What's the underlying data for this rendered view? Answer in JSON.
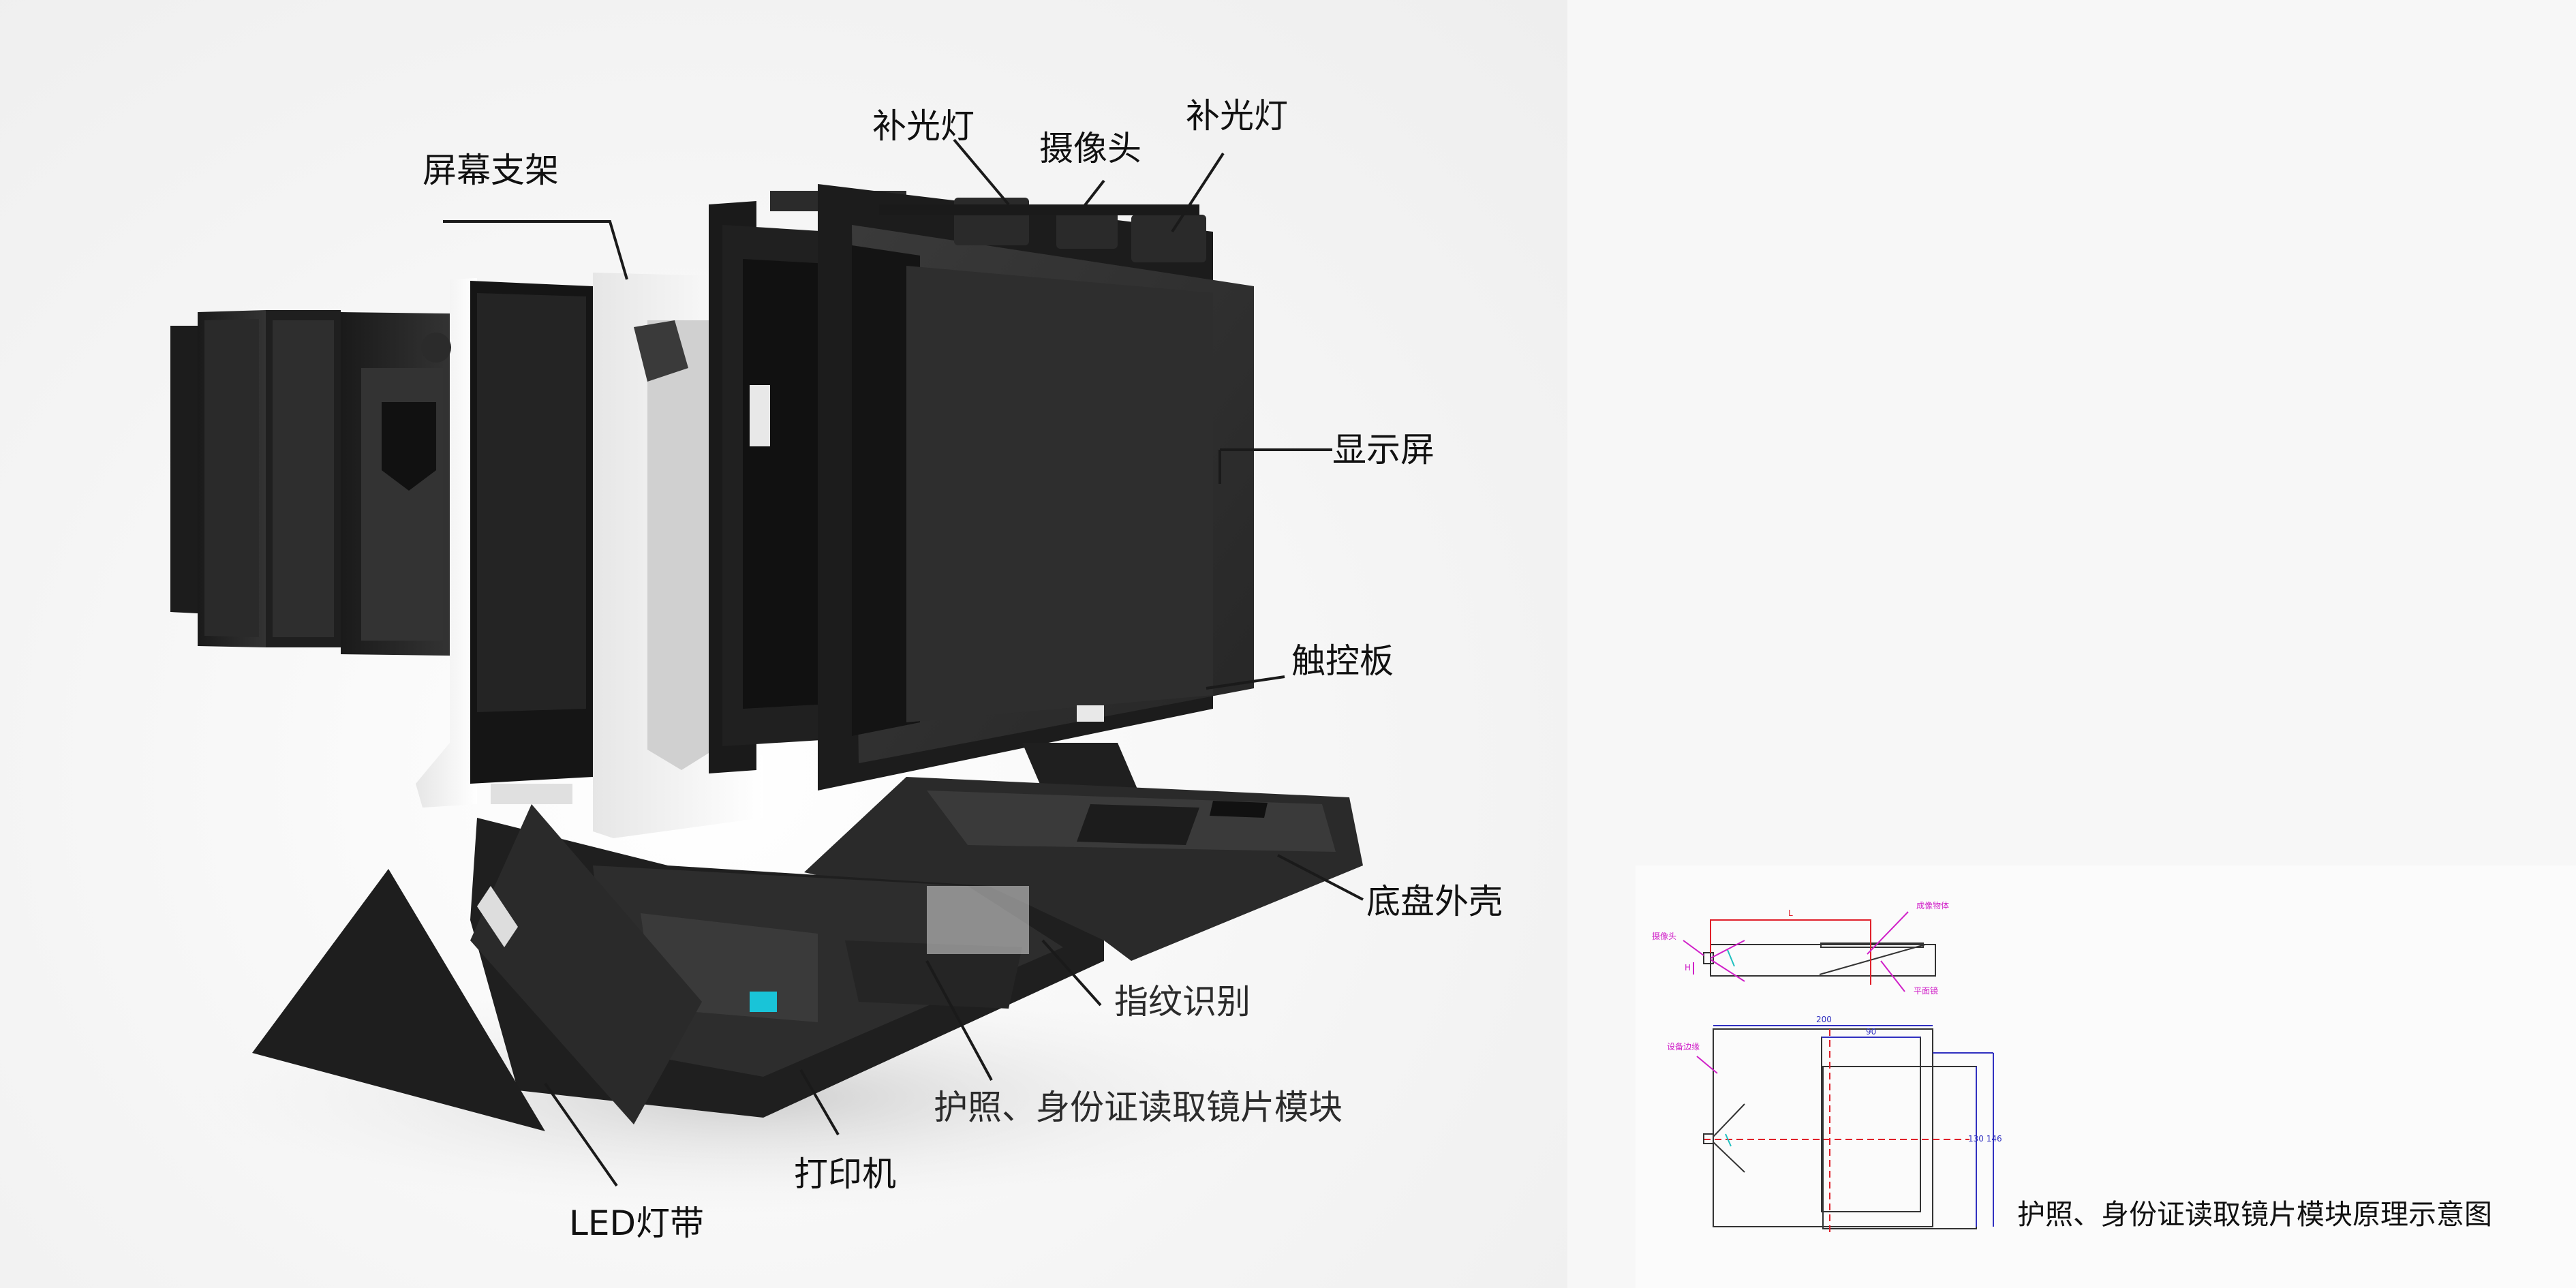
{
  "labels": {
    "screen_bracket": "屏幕支架",
    "fill_light_left": "补光灯",
    "camera": "摄像头",
    "fill_light_right": "补光灯",
    "display": "显示屏",
    "touch_panel": "触控板",
    "base_shell": "底盘外壳",
    "fingerprint": "指纹识别",
    "passport_module": "护照、身份证读取镜片模块",
    "printer": "打印机",
    "led_strip": "LED灯带"
  },
  "inset": {
    "caption": "护照、身份证读取镜片模块原理示意图",
    "side_view": {
      "camera_label": "摄像头",
      "object_label": "成像物体",
      "plane_label": "平面镜",
      "dim_L": "L",
      "dim_H": "H"
    },
    "top_view": {
      "device_label": "设备边缘",
      "dim_200": "200",
      "dim_90": "90",
      "dim_right": "130 146"
    }
  },
  "colors": {
    "dark_part": "#2a2a2a",
    "white_part": "#f2f2f2",
    "leader": "#1a1a1a",
    "dim_red": "#e0202a",
    "dim_magenta": "#d020c8",
    "dim_blue": "#3030c0",
    "dim_cyan": "#20c0c0",
    "accent_cyan": "#19c4d8"
  }
}
